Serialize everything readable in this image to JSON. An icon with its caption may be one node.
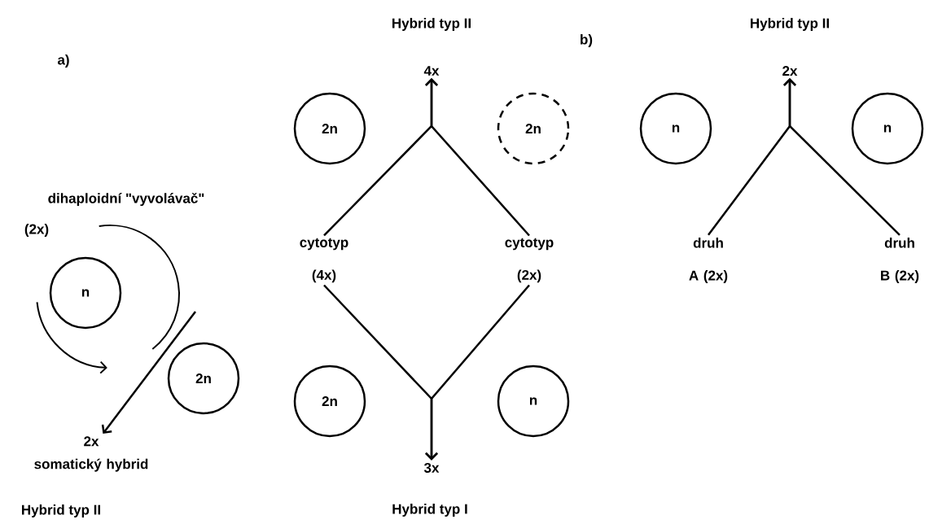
{
  "diagram": {
    "nodes": [
      {
        "text": [
          "n"
        ]
      },
      {
        "text": [
          "2n"
        ]
      },
      {
        "text": [
          "2x",
          "somatický hybrid"
        ]
      },
      {
        "text": [
          "4x"
        ]
      },
      {
        "text": [
          "2n"
        ]
      },
      {
        "text": [
          "2n"
        ]
      },
      {
        "text": [
          "cytotyp (4x)"
        ]
      },
      {
        "text": [
          "cytotyp (2x)"
        ]
      },
      {
        "text": [
          "2n"
        ]
      },
      {
        "text": [
          "n"
        ]
      },
      {
        "text": [
          "3x"
        ]
      },
      {
        "text": [
          "2x"
        ]
      },
      {
        "text": [
          "n"
        ]
      },
      {
        "text": [
          "n"
        ]
      },
      {
        "text": [
          "druh A (2x)"
        ]
      },
      {
        "text": [
          "druh B (2x)"
        ]
      }
    ],
    "edges": [
      {
        "from": null,
        "to": 2,
        "arrow": "to"
      },
      {
        "from": 6,
        "to": 3,
        "arrow": "to"
      },
      {
        "from": 7,
        "to": 3,
        "arrow": "to"
      },
      {
        "from": 6,
        "to": 10,
        "arrow": "to"
      },
      {
        "from": 7,
        "to": 10,
        "arrow": "to"
      },
      {
        "from": 14,
        "to": 11,
        "arrow": "to"
      },
      {
        "from": 15,
        "to": 11,
        "arrow": "to"
      }
    ],
    "labels": [
      "a)",
      "Hybrid typ II",
      "b)",
      "Hybrid typ II",
      "dihaploidní \"vyvolávač\"",
      "(2x)",
      "Hybrid typ II",
      "Hybrid typ I"
    ]
  }
}
